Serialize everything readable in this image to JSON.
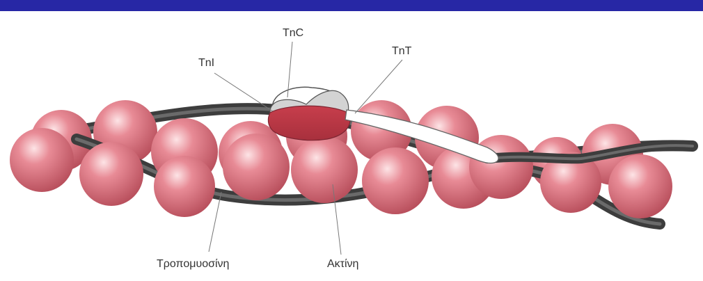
{
  "labels": {
    "tnc": "TnC",
    "tni": "TnI",
    "tnt": "TnT",
    "tropomyosin": "Τροπομυοσίνη",
    "actin": "Ακτίνη"
  },
  "colors": {
    "header_bar": "#2727a5",
    "actin_bead": "#d9707d",
    "tropomyosin_strand": "#4a4a4a",
    "tnc_fill": "#d3d3d3",
    "tni_fill": "#c93e4c",
    "tnt_fill": "#ffffff"
  }
}
